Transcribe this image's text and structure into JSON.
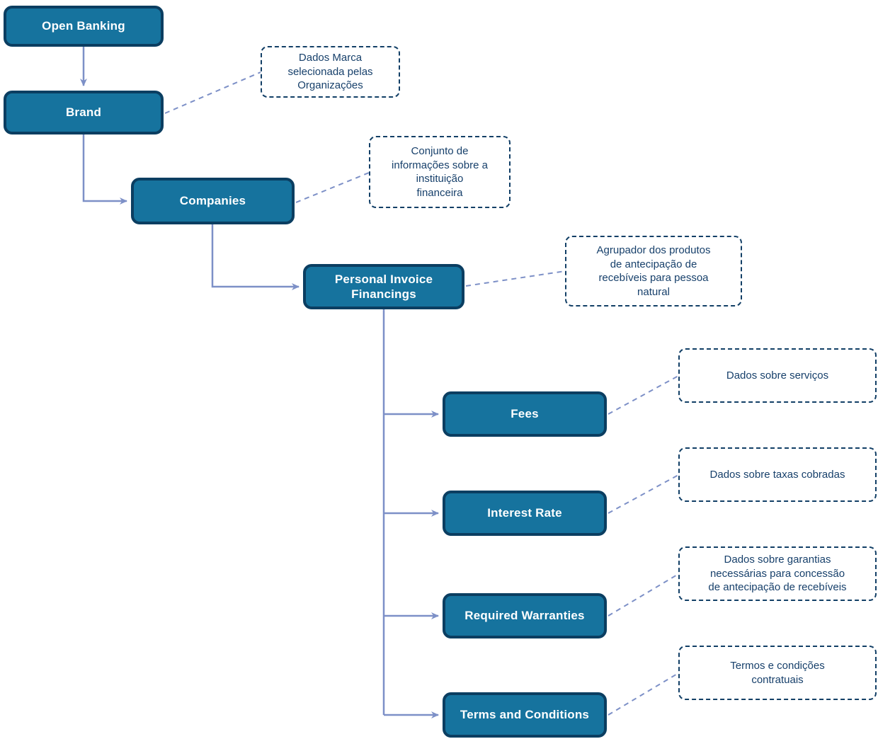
{
  "diagram": {
    "nodes": {
      "open_banking": {
        "label": "Open Banking"
      },
      "brand": {
        "label": "Brand"
      },
      "companies": {
        "label": "Companies"
      },
      "personal_invoice_financings": {
        "label": "Personal Invoice\nFinancings"
      },
      "fees": {
        "label": "Fees"
      },
      "interest_rate": {
        "label": "Interest Rate"
      },
      "required_warranties": {
        "label": "Required Warranties"
      },
      "terms_and_conditions": {
        "label": "Terms and Conditions"
      }
    },
    "annotations": {
      "brand_note": {
        "text": "Dados Marca\nselecionada pelas\nOrganizações"
      },
      "companies_note": {
        "text": "Conjunto de\ninformações sobre a\ninstituição\nfinanceira"
      },
      "pif_note": {
        "text": "Agrupador dos produtos\nde antecipação de\nrecebíveis para pessoa\nnatural"
      },
      "fees_note": {
        "text": "Dados sobre serviços"
      },
      "interest_rate_note": {
        "text": "Dados sobre taxas cobradas"
      },
      "required_warranties_note": {
        "text": "Dados sobre garantias\nnecessárias para concessão\nde antecipação de recebíveis"
      },
      "terms_note": {
        "text": "Termos e condições\ncontratuais"
      }
    },
    "edges": [
      {
        "from": "Open Banking",
        "to": "Brand"
      },
      {
        "from": "Brand",
        "to": "Companies"
      },
      {
        "from": "Companies",
        "to": "Personal Invoice Financings"
      },
      {
        "from": "Personal Invoice Financings",
        "to": "Fees"
      },
      {
        "from": "Personal Invoice Financings",
        "to": "Interest Rate"
      },
      {
        "from": "Personal Invoice Financings",
        "to": "Required Warranties"
      },
      {
        "from": "Personal Invoice Financings",
        "to": "Terms and Conditions"
      }
    ],
    "annotation_links": [
      {
        "from": "Brand",
        "to": "brand_note"
      },
      {
        "from": "Companies",
        "to": "companies_note"
      },
      {
        "from": "Personal Invoice Financings",
        "to": "pif_note"
      },
      {
        "from": "Fees",
        "to": "fees_note"
      },
      {
        "from": "Interest Rate",
        "to": "interest_rate_note"
      },
      {
        "from": "Required Warranties",
        "to": "required_warranties_note"
      },
      {
        "from": "Terms and Conditions",
        "to": "terms_note"
      }
    ],
    "colors": {
      "node_fill": "#16739E",
      "node_border": "#0B3E61",
      "node_text": "#FFFFFF",
      "note_border": "#123F66",
      "note_text": "#17406B",
      "connector": "#7D90C7",
      "background": "#FFFFFF"
    }
  }
}
